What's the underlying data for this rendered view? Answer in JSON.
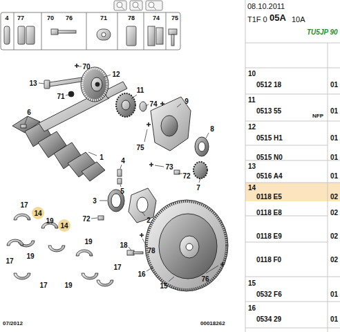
{
  "diagram": {
    "labels": [
      "4",
      "77",
      "70",
      "76",
      "71",
      "78",
      "74",
      "75",
      "08.10.2011",
      "T1F 0",
      "05A",
      "10A",
      "TU5JP 90",
      "10",
      "0512 18",
      "01",
      "11",
      "0513 55",
      "01",
      "NFP",
      "12",
      "0515 H1",
      "01",
      "0515 N0",
      "01",
      "13",
      "0516 A4",
      "01",
      "14",
      "0118 E5",
      "02",
      "0118 E8",
      "02",
      "0118 E9",
      "02",
      "0118 F0",
      "02",
      "15",
      "0532 F6",
      "01",
      "16",
      "0534 29",
      "01",
      "70",
      "12",
      "13",
      "71",
      "11",
      "74",
      "9",
      "6",
      "75",
      "8",
      "1",
      "4",
      "73",
      "72",
      "7",
      "5",
      "3",
      "17",
      "14",
      "19",
      "14",
      "72",
      "2",
      "19",
      "18",
      "78",
      "19",
      "17",
      "17",
      "16",
      "15",
      "76",
      "17",
      "19",
      "07/2012",
      "00018262"
    ]
  }
}
